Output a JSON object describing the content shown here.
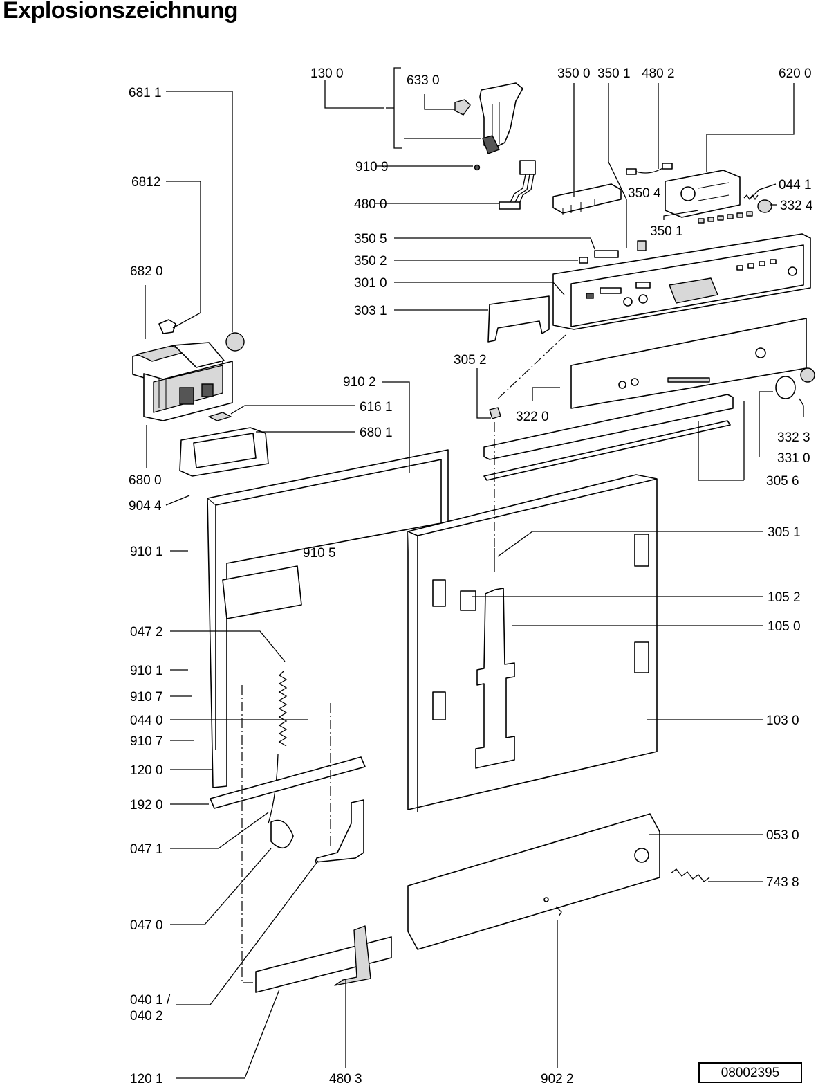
{
  "title": "Explosionszeichnung",
  "document_number": "08002395",
  "callouts": [
    {
      "id": "c-1300",
      "label": "130 0"
    },
    {
      "id": "c-6330",
      "label": "633 0"
    },
    {
      "id": "c-3500",
      "label": "350 0"
    },
    {
      "id": "c-3501a",
      "label": "350 1"
    },
    {
      "id": "c-4802",
      "label": "480 2"
    },
    {
      "id": "c-6200",
      "label": "620 0"
    },
    {
      "id": "c-6811",
      "label": "681 1"
    },
    {
      "id": "c-9109",
      "label": "910 9"
    },
    {
      "id": "c-6812",
      "label": "6812"
    },
    {
      "id": "c-4800",
      "label": "480 0"
    },
    {
      "id": "c-3504",
      "label": "350 4"
    },
    {
      "id": "c-0441",
      "label": "044 1"
    },
    {
      "id": "c-3324",
      "label": "332 4"
    },
    {
      "id": "c-3501b",
      "label": "350 1"
    },
    {
      "id": "c-3505",
      "label": "350 5"
    },
    {
      "id": "c-3502",
      "label": "350 2"
    },
    {
      "id": "c-6820",
      "label": "682 0"
    },
    {
      "id": "c-3010",
      "label": "301 0"
    },
    {
      "id": "c-3031",
      "label": "303 1"
    },
    {
      "id": "c-3052",
      "label": "305 2"
    },
    {
      "id": "c-9102",
      "label": "910 2"
    },
    {
      "id": "c-3220",
      "label": "322 0"
    },
    {
      "id": "c-6161",
      "label": "616 1"
    },
    {
      "id": "c-6801",
      "label": "680 1"
    },
    {
      "id": "c-3323",
      "label": "332 3"
    },
    {
      "id": "c-3310",
      "label": "331 0"
    },
    {
      "id": "c-6800",
      "label": "680 0"
    },
    {
      "id": "c-3056",
      "label": "305 6"
    },
    {
      "id": "c-9044",
      "label": "904 4"
    },
    {
      "id": "c-3051",
      "label": "305 1"
    },
    {
      "id": "c-9101a",
      "label": "910 1"
    },
    {
      "id": "c-9105",
      "label": "910 5"
    },
    {
      "id": "c-1052",
      "label": "105 2"
    },
    {
      "id": "c-0472",
      "label": "047 2"
    },
    {
      "id": "c-1050",
      "label": "105 0"
    },
    {
      "id": "c-9101b",
      "label": "910 1"
    },
    {
      "id": "c-9107a",
      "label": "910 7"
    },
    {
      "id": "c-0440",
      "label": "044 0"
    },
    {
      "id": "c-1030",
      "label": "103 0"
    },
    {
      "id": "c-9107b",
      "label": "910 7"
    },
    {
      "id": "c-1200",
      "label": "120 0"
    },
    {
      "id": "c-1920",
      "label": "192 0"
    },
    {
      "id": "c-0530",
      "label": "053 0"
    },
    {
      "id": "c-0471",
      "label": "047 1"
    },
    {
      "id": "c-7438",
      "label": "743 8"
    },
    {
      "id": "c-0470",
      "label": "047 0"
    },
    {
      "id": "c-0401",
      "label": "040 1 /"
    },
    {
      "id": "c-0402",
      "label": "040 2"
    },
    {
      "id": "c-1201",
      "label": "120 1"
    },
    {
      "id": "c-4803",
      "label": "480 3"
    },
    {
      "id": "c-9022",
      "label": "902 2"
    }
  ]
}
